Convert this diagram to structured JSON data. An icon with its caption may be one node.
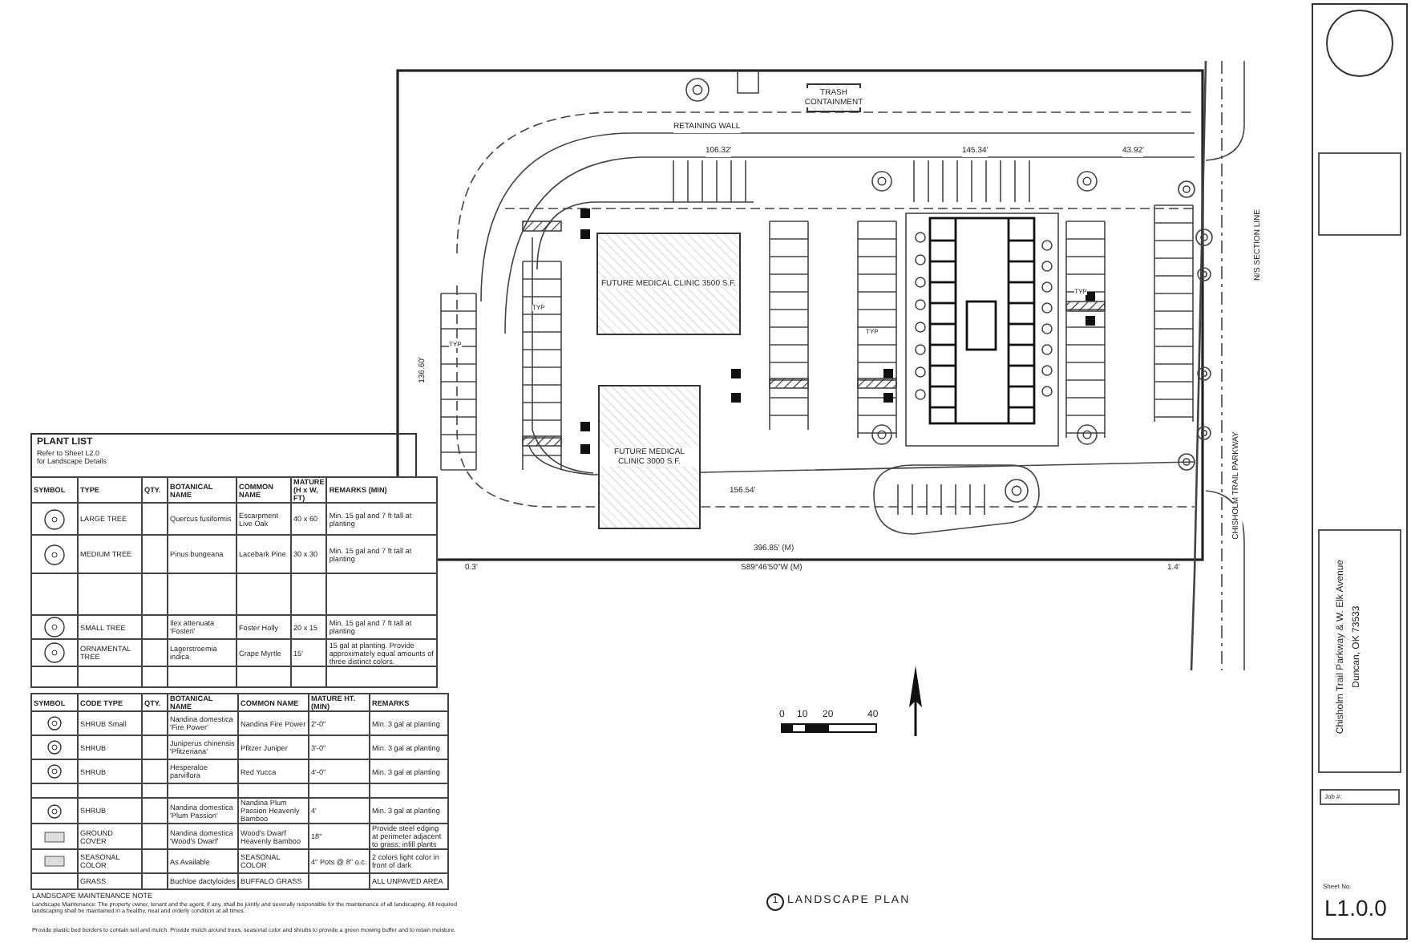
{
  "diagram": {
    "nodes": [
      {
        "text": [
          "FUTURE MEDICAL CLINIC 3500 S.F."
        ]
      },
      {
        "text": [
          "FUTURE MEDICAL CLINIC 3000 S.F."
        ]
      },
      {
        "text": [
          "TRASH CONTAINMENT"
        ]
      }
    ],
    "labels": [
      "PLANT LIST",
      "Refer to Sheet L2.0 for Landscape Details",
      "SYMBOL",
      "TYPE",
      "QTY.",
      "BOTANICAL NAME",
      "COMMON NAME",
      "MATURE (H x W, FT)",
      "REMARKS (MIN)",
      "LARGE TREE",
      "Quercus fusiformis",
      "Escarpment Live Oak",
      "40 x 60",
      "Min. 15 gal and 7 ft tall at planting",
      "MEDIUM TREE",
      "Pinus bungeana",
      "Lacebark Pine",
      "30 x 30",
      "Min. 15 gal and 7 ft tall at planting",
      "SMALL TREE",
      "Ilex attenuata 'Fosteri'",
      "Foster Holly",
      "20 x 15",
      "Min. 15 gal and 7 ft tall at planting",
      "ORNAMENTAL TREE",
      "Lagerstroemia indica",
      "Crape Myrtle",
      "15'",
      "15 gal at planting. Provide approximately equal amounts of three distinct colors.",
      "SYMBOL",
      "CODE TYPE",
      "QTY.",
      "BOTANICAL NAME",
      "COMMON NAME",
      "MATURE HT. (MIN)",
      "REMARKS",
      "SHRUB Small",
      "Nandina domestica 'Fire Power'",
      "Nandina Fire Power",
      "2'-0\"",
      "Min. 3 gal at planting",
      "SHRUB",
      "Juniperus chinensis 'Pfitzeriana'",
      "Pfitzer Juniper",
      "3'-0\"",
      "Min. 3 gal at planting",
      "SHRUB",
      "Hesperaloe parviflora",
      "Red Yucca",
      "4'-0\"",
      "Min. 3 gal at planting",
      "SHRUB",
      "Nandina domestica 'Plum Passion'",
      "Nandina Plum Passion Heavenly Bamboo",
      "4'",
      "Min. 3 gal at planting",
      "GROUND COVER",
      "Nandina domestica 'Wood's Dwarf'",
      "Wood's Dwarf Heavenly Bamboo",
      "18\"",
      "Provide steel edging at perimeter adjacent to grass; infill plants",
      "SEASONAL COLOR",
      "As Available",
      "SEASONAL COLOR",
      "4\" Pots @ 8\" o.c.",
      "2 colors light color in front of dark",
      "GRASS",
      "Buchloe dactyloides",
      "BUFFALO GRASS",
      "ALL UNPAVED AREA",
      "LANDSCAPE MAINTENANCE NOTE",
      "Landscape Maintenance: The property owner, tenant and the agent, if any, shall be jointly and severally responsible for the maintenance of all landscaping. All required landscaping shall be maintained in a healthy, neat and orderly condition at all times.",
      "Provide plastic bed borders to contain soil and mulch. Provide mulch around trees, seasonal color and shrubs to provide a green mowing buffer and to retain moisture.",
      "RETAINING WALL",
      "106.32'",
      "145.34'",
      "43.92'",
      "136.60'",
      "156.54'",
      "396.85' (M)",
      "S89°46'50\"W (M)",
      "0.3'",
      "1.4'",
      "TYP",
      "TYP",
      "TYP",
      "TYP",
      "N/S SECTION LINE",
      "CHISHOLM TRAIL PARKWAY",
      "0",
      "10",
      "20",
      "40",
      "1",
      "LANDSCAPE PLAN",
      "Chisholm Trail Parkway & W. Elk Avenue",
      "Duncan, OK 73533",
      "Job #:",
      "Sheet No.",
      "L1.0.0"
    ]
  }
}
